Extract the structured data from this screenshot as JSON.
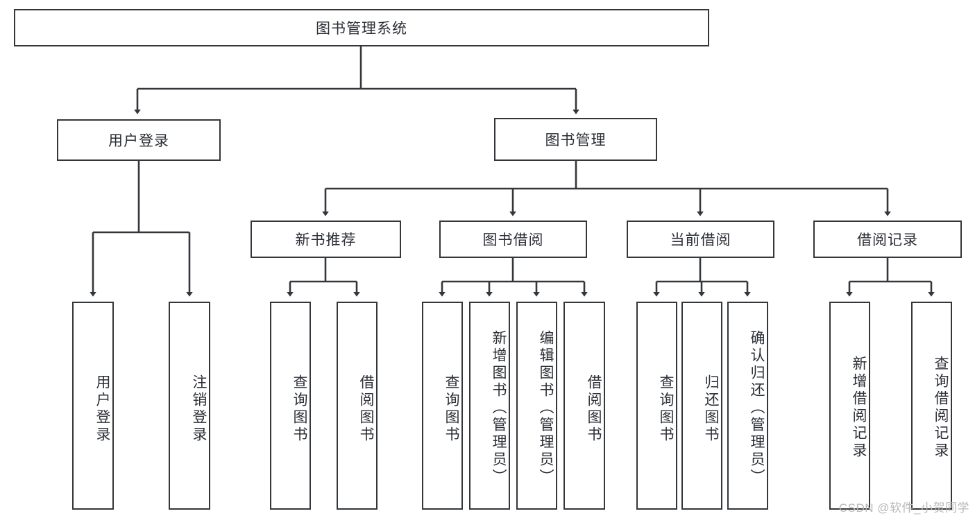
{
  "diagram": {
    "title": "图书管理系统",
    "root": {
      "id": "root",
      "label": "图书管理系统"
    },
    "level2": [
      {
        "id": "user-login",
        "label": "用户登录"
      },
      {
        "id": "book-manage",
        "label": "图书管理"
      }
    ],
    "level3": [
      {
        "id": "new-book-recommend",
        "label": "新书推荐"
      },
      {
        "id": "book-borrow",
        "label": "图书借阅"
      },
      {
        "id": "current-borrow",
        "label": "当前借阅"
      },
      {
        "id": "borrow-record",
        "label": "借阅记录"
      }
    ],
    "leaves": {
      "user_login": [
        {
          "id": "leaf-user-login",
          "label": "用户登录"
        },
        {
          "id": "leaf-logout-login",
          "label": "注销登录"
        }
      ],
      "new_book_recommend": [
        {
          "id": "leaf-query-book-1",
          "label": "查询图书"
        },
        {
          "id": "leaf-borrow-book-1",
          "label": "借阅图书"
        }
      ],
      "book_borrow": [
        {
          "id": "leaf-query-book-2",
          "label": "查询图书"
        },
        {
          "id": "leaf-add-book",
          "label": "新增图书（管理员）"
        },
        {
          "id": "leaf-edit-book",
          "label": "编辑图书（管理员）"
        },
        {
          "id": "leaf-borrow-book-2",
          "label": "借阅图书"
        }
      ],
      "current_borrow": [
        {
          "id": "leaf-query-book-3",
          "label": "查询图书"
        },
        {
          "id": "leaf-return-book",
          "label": "归还图书"
        },
        {
          "id": "leaf-confirm-return",
          "label": "确认归还（管理员）"
        }
      ],
      "borrow_record": [
        {
          "id": "leaf-add-record",
          "label": "新增借阅记录"
        },
        {
          "id": "leaf-query-record",
          "label": "查询借阅记录"
        }
      ]
    }
  },
  "watermark": {
    "text": "CSDN @软件_小贺同学"
  },
  "colors": {
    "stroke": "#33363b",
    "text": "#2b2f36",
    "background": "#ffffff",
    "watermark": "#b8b8b8"
  }
}
